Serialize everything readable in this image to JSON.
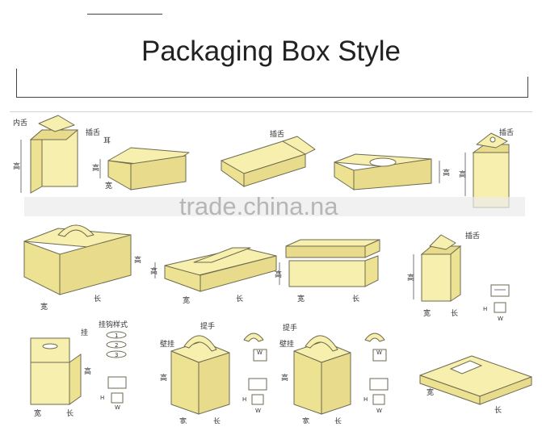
{
  "title": "Packaging Box Style",
  "watermark": "trade.china.na",
  "labels": {
    "inner_flap": "内舌",
    "insert_flap": "插舌",
    "ear": "耳",
    "height": "高",
    "width": "宽",
    "length": "长",
    "hanging_hole": "挂",
    "hang_style": "挂钩样式",
    "wall_hang": "壁挂",
    "handle": "提手",
    "n1": "1",
    "n2": "2",
    "n3": "3",
    "H": "H",
    "W": "W"
  }
}
